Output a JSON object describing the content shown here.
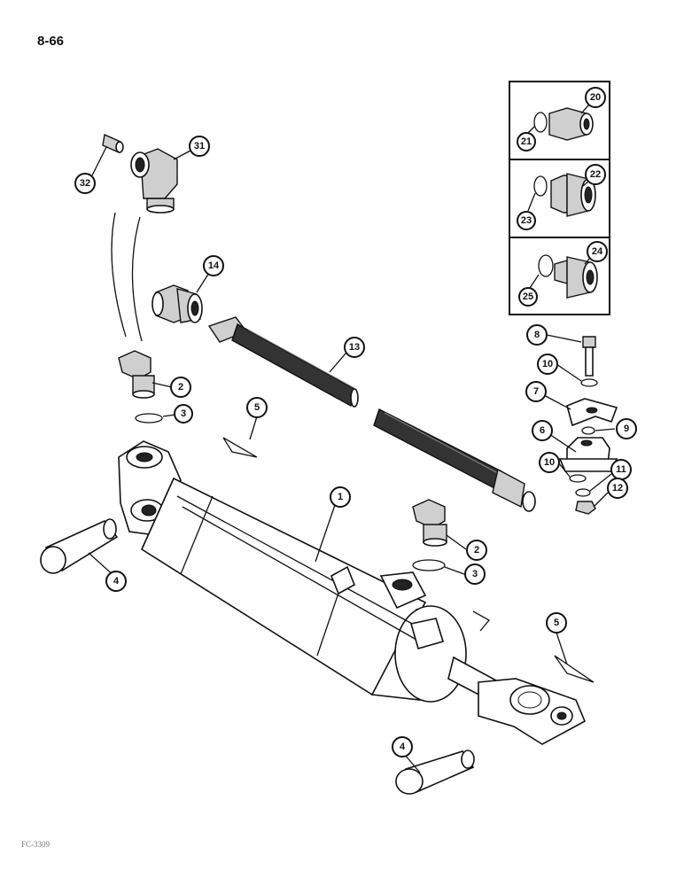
{
  "page": {
    "number": "8-66",
    "figure_code": "FC-3309"
  },
  "callouts": [
    {
      "id": "c1",
      "label": "1"
    },
    {
      "id": "c2a",
      "label": "2"
    },
    {
      "id": "c2b",
      "label": "2"
    },
    {
      "id": "c3a",
      "label": "3"
    },
    {
      "id": "c3b",
      "label": "3"
    },
    {
      "id": "c4a",
      "label": "4"
    },
    {
      "id": "c4b",
      "label": "4"
    },
    {
      "id": "c5a",
      "label": "5"
    },
    {
      "id": "c5b",
      "label": "5"
    },
    {
      "id": "c6",
      "label": "6"
    },
    {
      "id": "c7",
      "label": "7"
    },
    {
      "id": "c8",
      "label": "8"
    },
    {
      "id": "c9",
      "label": "9"
    },
    {
      "id": "c10a",
      "label": "10"
    },
    {
      "id": "c10b",
      "label": "10"
    },
    {
      "id": "c11",
      "label": "11"
    },
    {
      "id": "c12",
      "label": "12"
    },
    {
      "id": "c13",
      "label": "13"
    },
    {
      "id": "c14",
      "label": "14"
    },
    {
      "id": "c20",
      "label": "20"
    },
    {
      "id": "c21",
      "label": "21"
    },
    {
      "id": "c22",
      "label": "22"
    },
    {
      "id": "c23",
      "label": "23"
    },
    {
      "id": "c24",
      "label": "24"
    },
    {
      "id": "c25",
      "label": "25"
    },
    {
      "id": "c31",
      "label": "31"
    },
    {
      "id": "c32",
      "label": "32"
    }
  ]
}
